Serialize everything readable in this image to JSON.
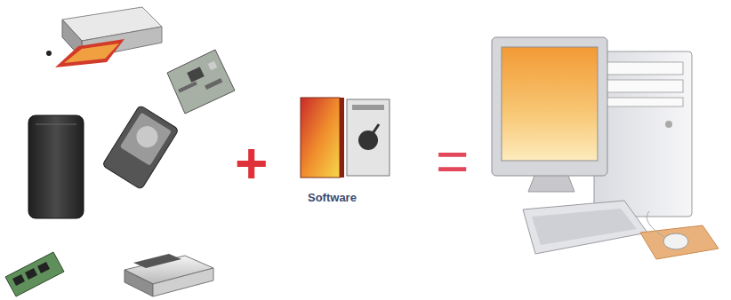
{
  "diagram": {
    "labels": [
      "+",
      "Software",
      "="
    ]
  }
}
